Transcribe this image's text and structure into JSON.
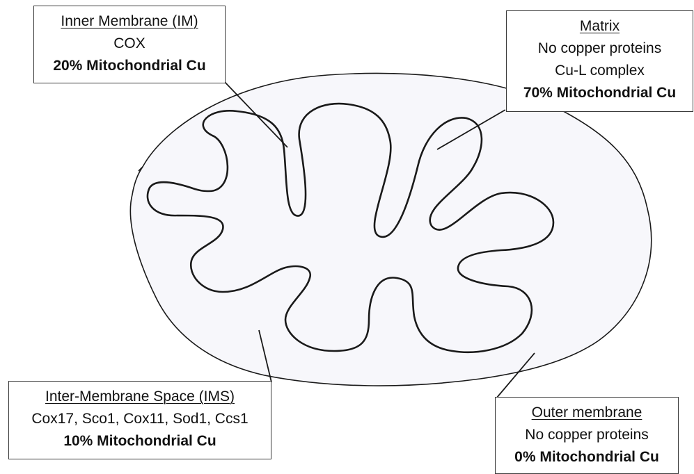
{
  "callouts": {
    "inner_membrane": {
      "title": "Inner Membrane (IM)",
      "proteins": "COX",
      "percentage": "20% Mitochondrial Cu"
    },
    "matrix": {
      "title": "Matrix",
      "proteins": "No copper proteins",
      "complex": "Cu-L complex",
      "percentage": "70% Mitochondrial Cu"
    },
    "inter_membrane_space": {
      "title": "Inter-Membrane Space (IMS)",
      "proteins": "Cox17, Sco1, Cox11, Sod1, Ccs1",
      "percentage": "10% Mitochondrial Cu"
    },
    "outer_membrane": {
      "title": "Outer membrane",
      "proteins": "No copper proteins",
      "percentage": "0% Mitochondrial Cu"
    }
  },
  "colors": {
    "matrix_fill": "#f7f7fb",
    "stroke": "#1a1a1a",
    "box_border": "#3a3a3a"
  }
}
